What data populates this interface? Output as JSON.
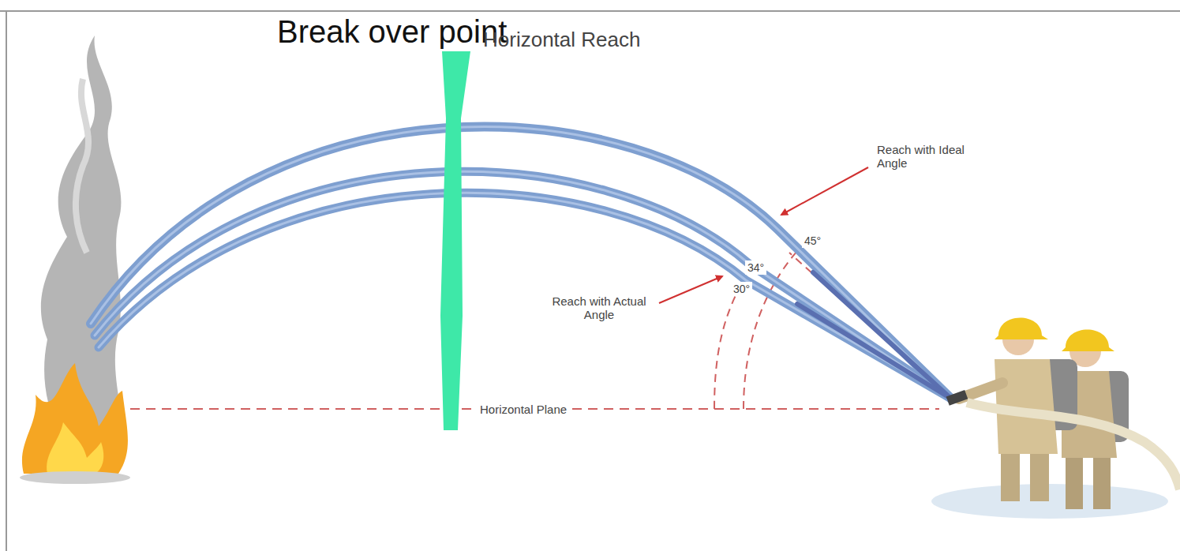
{
  "diagram": {
    "labels": [
      "Break over point",
      "Horizontal Reach",
      "Reach with Ideal Angle",
      "45°",
      "34°",
      "30°",
      "Reach with Actual Angle",
      "Horizontal Plane"
    ]
  }
}
